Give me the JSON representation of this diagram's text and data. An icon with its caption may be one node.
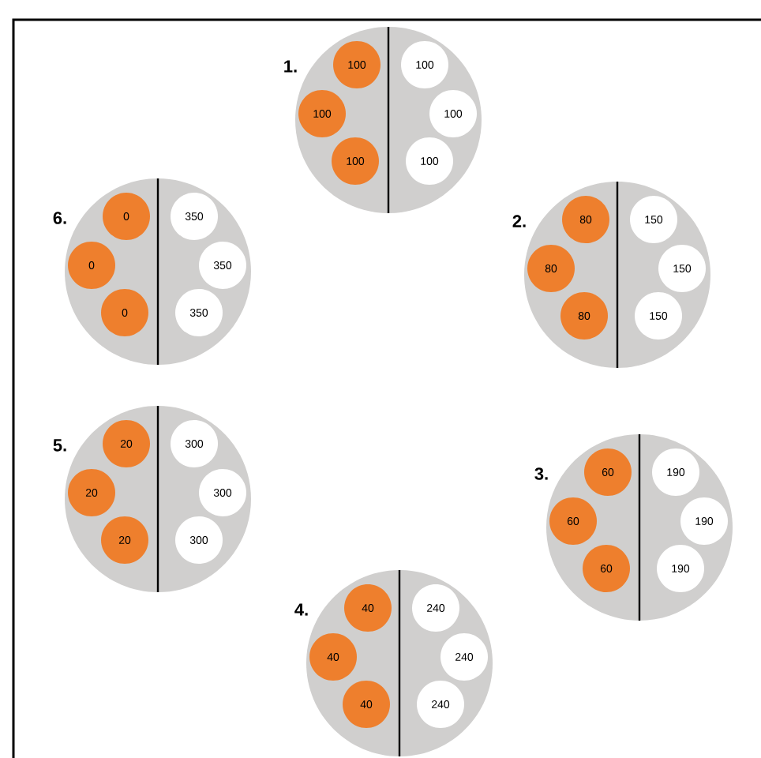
{
  "diagram": {
    "nodes": [
      {
        "text": [
          "1."
        ]
      },
      {
        "text": [
          "100"
        ],
        "in": 0
      },
      {
        "text": [
          "100"
        ],
        "in": 0
      },
      {
        "text": [
          "100"
        ],
        "in": 0
      },
      {
        "text": [
          "100"
        ],
        "in": 0
      },
      {
        "text": [
          "100"
        ],
        "in": 0
      },
      {
        "text": [
          "100"
        ],
        "in": 0
      },
      {
        "text": [
          "2."
        ]
      },
      {
        "text": [
          "80"
        ],
        "in": 7
      },
      {
        "text": [
          "80"
        ],
        "in": 7
      },
      {
        "text": [
          "80"
        ],
        "in": 7
      },
      {
        "text": [
          "150"
        ],
        "in": 7
      },
      {
        "text": [
          "150"
        ],
        "in": 7
      },
      {
        "text": [
          "150"
        ],
        "in": 7
      },
      {
        "text": [
          "3."
        ]
      },
      {
        "text": [
          "60"
        ],
        "in": 14
      },
      {
        "text": [
          "60"
        ],
        "in": 14
      },
      {
        "text": [
          "60"
        ],
        "in": 14
      },
      {
        "text": [
          "190"
        ],
        "in": 14
      },
      {
        "text": [
          "190"
        ],
        "in": 14
      },
      {
        "text": [
          "190"
        ],
        "in": 14
      },
      {
        "text": [
          "4."
        ]
      },
      {
        "text": [
          "40"
        ],
        "in": 21
      },
      {
        "text": [
          "40"
        ],
        "in": 21
      },
      {
        "text": [
          "40"
        ],
        "in": 21
      },
      {
        "text": [
          "240"
        ],
        "in": 21
      },
      {
        "text": [
          "240"
        ],
        "in": 21
      },
      {
        "text": [
          "240"
        ],
        "in": 21
      },
      {
        "text": [
          "5."
        ]
      },
      {
        "text": [
          "20"
        ],
        "in": 28
      },
      {
        "text": [
          "20"
        ],
        "in": 28
      },
      {
        "text": [
          "20"
        ],
        "in": 28
      },
      {
        "text": [
          "300"
        ],
        "in": 28
      },
      {
        "text": [
          "300"
        ],
        "in": 28
      },
      {
        "text": [
          "300"
        ],
        "in": 28
      },
      {
        "text": [
          "6."
        ]
      },
      {
        "text": [
          "0"
        ],
        "in": 35
      },
      {
        "text": [
          "0"
        ],
        "in": 35
      },
      {
        "text": [
          "0"
        ],
        "in": 35
      },
      {
        "text": [
          "350"
        ],
        "in": 35
      },
      {
        "text": [
          "350"
        ],
        "in": 35
      },
      {
        "text": [
          "350"
        ],
        "in": 35
      }
    ]
  }
}
